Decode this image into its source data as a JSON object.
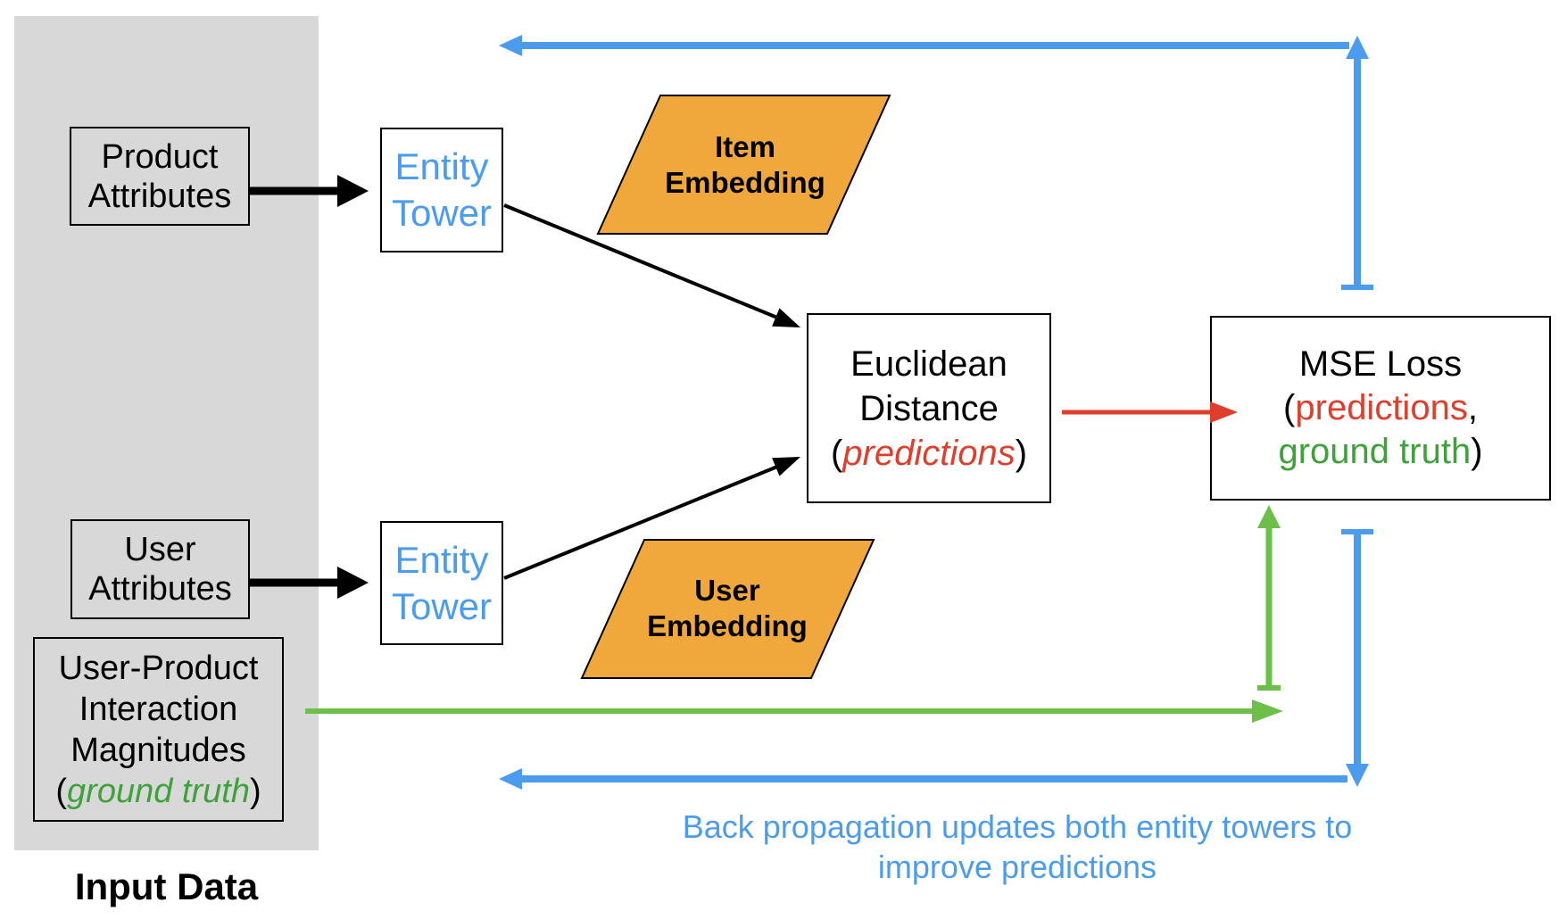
{
  "panel": {
    "label": "Input Data"
  },
  "boxes": {
    "product_attributes": {
      "line1": "Product",
      "line2": "Attributes"
    },
    "user_attributes": {
      "line1": "User",
      "line2": "Attributes"
    },
    "interaction": {
      "line1": "User-Product",
      "line2": "Interaction",
      "line3": "Magnitudes",
      "line4_open": "(",
      "line4_word": "ground truth",
      "line4_close": ")"
    },
    "entity_tower_top": {
      "line1": "Entity",
      "line2": "Tower"
    },
    "entity_tower_bottom": {
      "line1": "Entity",
      "line2": "Tower"
    },
    "item_embedding": {
      "line1": "Item",
      "line2": "Embedding"
    },
    "user_embedding": {
      "line1": "User",
      "line2": "Embedding"
    },
    "euclidean": {
      "line1": "Euclidean",
      "line2": "Distance",
      "line3_open": "(",
      "line3_word": "predictions",
      "line3_close": ")"
    },
    "mse": {
      "line1": "MSE Loss",
      "line2_open": "(",
      "line2_word": "predictions",
      "line2_comma": ",",
      "line3_word": "ground truth",
      "line3_close": ")"
    }
  },
  "caption": {
    "line1": "Back propagation updates both entity",
    "line2": "towers to improve predictions"
  },
  "colors": {
    "blue": "#4C9CEE",
    "green_arrow": "#6CC04A",
    "green_text": "#3EA23B",
    "red": "#DF3E2C",
    "orange": "#F0A73C",
    "gray_panel": "#D8D8D8",
    "black": "#000000"
  }
}
